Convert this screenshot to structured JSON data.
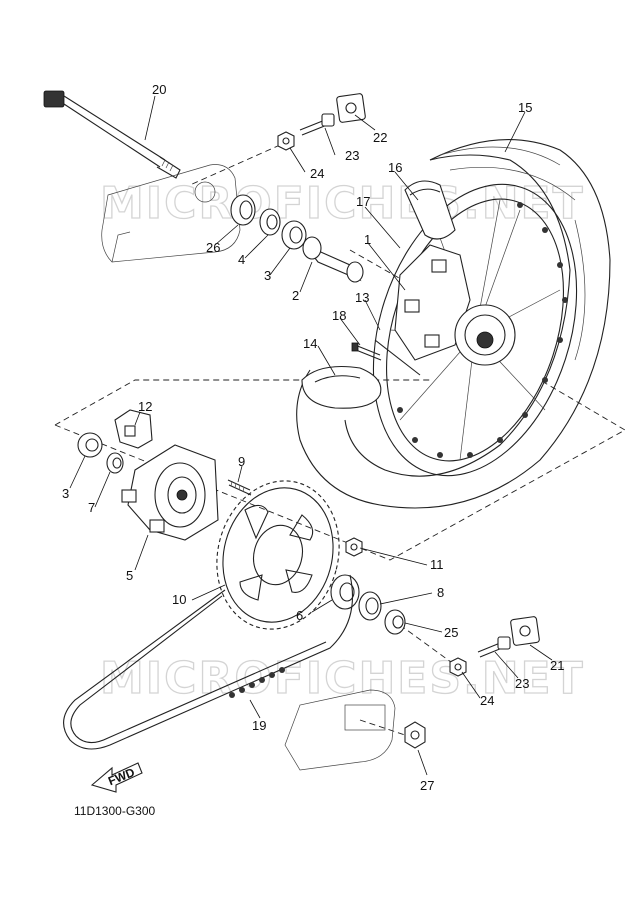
{
  "diagram": {
    "code": "11D1300-G300",
    "watermark": "MICROFICHES.NET",
    "fwd_label": "FWD"
  },
  "callouts": [
    {
      "id": "c1",
      "text": "1"
    },
    {
      "id": "c2",
      "text": "2"
    },
    {
      "id": "c3a",
      "text": "3"
    },
    {
      "id": "c3b",
      "text": "3"
    },
    {
      "id": "c4",
      "text": "4"
    },
    {
      "id": "c5",
      "text": "5"
    },
    {
      "id": "c6",
      "text": "6"
    },
    {
      "id": "c7",
      "text": "7"
    },
    {
      "id": "c8",
      "text": "8"
    },
    {
      "id": "c9",
      "text": "9"
    },
    {
      "id": "c10",
      "text": "10"
    },
    {
      "id": "c11",
      "text": "11"
    },
    {
      "id": "c12",
      "text": "12"
    },
    {
      "id": "c13",
      "text": "13"
    },
    {
      "id": "c14",
      "text": "14"
    },
    {
      "id": "c15",
      "text": "15"
    },
    {
      "id": "c16",
      "text": "16"
    },
    {
      "id": "c17",
      "text": "17"
    },
    {
      "id": "c18",
      "text": "18"
    },
    {
      "id": "c19",
      "text": "19"
    },
    {
      "id": "c20",
      "text": "20"
    },
    {
      "id": "c21",
      "text": "21"
    },
    {
      "id": "c22",
      "text": "22"
    },
    {
      "id": "c23a",
      "text": "23"
    },
    {
      "id": "c23b",
      "text": "23"
    },
    {
      "id": "c24a",
      "text": "24"
    },
    {
      "id": "c24b",
      "text": "24"
    },
    {
      "id": "c25",
      "text": "25"
    },
    {
      "id": "c26",
      "text": "26"
    },
    {
      "id": "c27",
      "text": "27"
    }
  ]
}
